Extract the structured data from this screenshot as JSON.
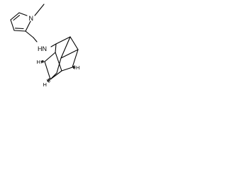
{
  "molecule": {
    "atom_labels": {
      "ring_nitrogen": "N",
      "amine": "HN",
      "stereo_h": "H"
    }
  }
}
